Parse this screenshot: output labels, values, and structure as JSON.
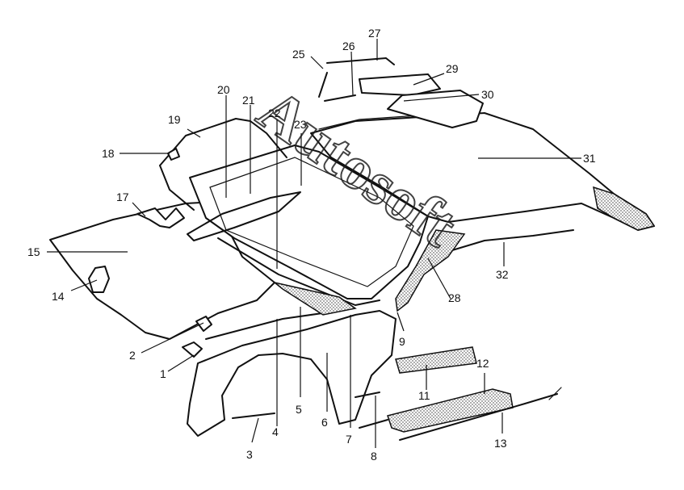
{
  "watermark": "Autosoft",
  "callouts": [
    "1",
    "2",
    "3",
    "4",
    "5",
    "6",
    "7",
    "8",
    "9",
    "11",
    "12",
    "13",
    "14",
    "15",
    "17",
    "18",
    "19",
    "20",
    "21",
    "22",
    "23",
    "25",
    "26",
    "27",
    "28",
    "29",
    "30",
    "31",
    "32"
  ]
}
